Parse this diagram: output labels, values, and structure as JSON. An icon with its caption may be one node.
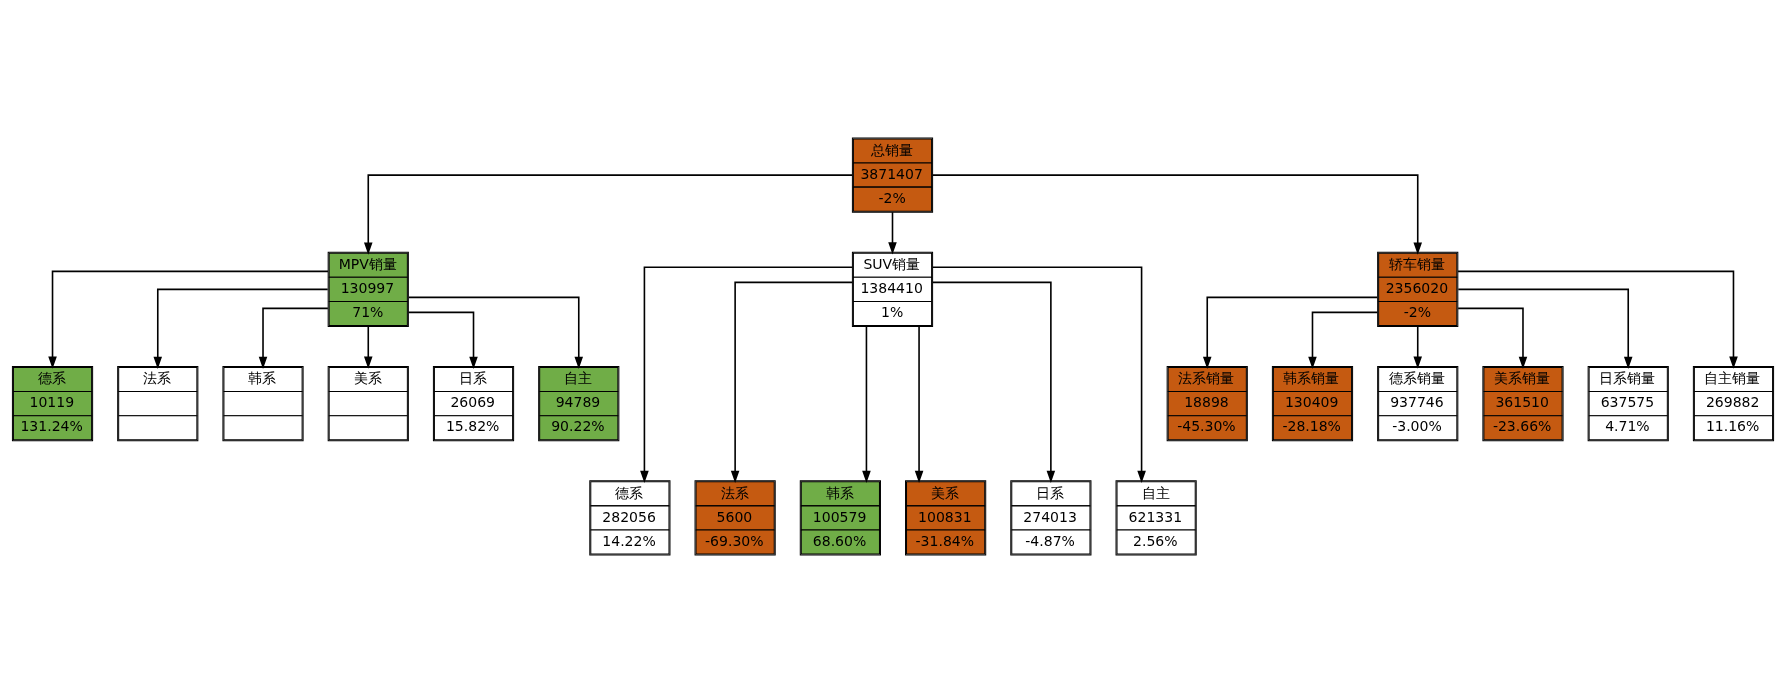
{
  "diagram": {
    "nodes": [
      {
        "text": [
          "总销量",
          "3871407",
          "-2%"
        ]
      },
      {
        "text": [
          "MPV销量",
          "130997",
          "71%"
        ]
      },
      {
        "text": [
          "SUV销量",
          "1384410",
          "1%"
        ]
      },
      {
        "text": [
          "轿车销量",
          "2356020",
          "-2%"
        ]
      },
      {
        "text": [
          "德系",
          "10119",
          "131.24%"
        ]
      },
      {
        "text": [
          "法系"
        ]
      },
      {
        "text": [
          "韩系"
        ]
      },
      {
        "text": [
          "美系"
        ]
      },
      {
        "text": [
          "日系",
          "26069",
          "15.82%"
        ]
      },
      {
        "text": [
          "自主",
          "94789",
          "90.22%"
        ]
      },
      {
        "text": [
          "法系销量",
          "18898",
          "-45.30%"
        ]
      },
      {
        "text": [
          "韩系销量",
          "130409",
          "-28.18%"
        ]
      },
      {
        "text": [
          "德系销量",
          "937746",
          "-3.00%"
        ]
      },
      {
        "text": [
          "美系销量",
          "361510",
          "-23.66%"
        ]
      },
      {
        "text": [
          "日系销量",
          "637575",
          "4.71%"
        ]
      },
      {
        "text": [
          "自主销量",
          "269882",
          "11.16%"
        ]
      },
      {
        "text": [
          "德系",
          "282056",
          "14.22%"
        ]
      },
      {
        "text": [
          "法系",
          "5600",
          "-69.30%"
        ]
      },
      {
        "text": [
          "韩系",
          "100579",
          "68.60%"
        ]
      },
      {
        "text": [
          "美系",
          "100831",
          "-31.84%"
        ]
      },
      {
        "text": [
          "日系",
          "274013",
          "-4.87%"
        ]
      },
      {
        "text": [
          "自主",
          "621331",
          "2.56%"
        ]
      }
    ],
    "edges": [
      {
        "from": 0,
        "to": 1,
        "arrow": "to"
      },
      {
        "from": 0,
        "to": 2,
        "arrow": "to"
      },
      {
        "from": 0,
        "to": 3,
        "arrow": "to"
      },
      {
        "from": 1,
        "to": 4,
        "arrow": "to"
      },
      {
        "from": 1,
        "to": 5,
        "arrow": "to"
      },
      {
        "from": 1,
        "to": 6,
        "arrow": "to"
      },
      {
        "from": 1,
        "to": 7,
        "arrow": "to"
      },
      {
        "from": 1,
        "to": 8,
        "arrow": "to"
      },
      {
        "from": 1,
        "to": 9,
        "arrow": "to"
      },
      {
        "from": 3,
        "to": 10,
        "arrow": "to"
      },
      {
        "from": 3,
        "to": 11,
        "arrow": "to"
      },
      {
        "from": 3,
        "to": 12,
        "arrow": "to"
      },
      {
        "from": 3,
        "to": 13,
        "arrow": "to"
      },
      {
        "from": 3,
        "to": 14,
        "arrow": "to"
      },
      {
        "from": 3,
        "to": 15,
        "arrow": "to"
      },
      {
        "from": 2,
        "to": 16,
        "arrow": "to"
      },
      {
        "from": 2,
        "to": 17,
        "arrow": "to"
      },
      {
        "from": 2,
        "to": 18,
        "arrow": "to"
      },
      {
        "from": 2,
        "to": 19,
        "arrow": "to"
      },
      {
        "from": 2,
        "to": 20,
        "arrow": "to"
      },
      {
        "from": 2,
        "to": 21,
        "arrow": "to"
      }
    ]
  }
}
